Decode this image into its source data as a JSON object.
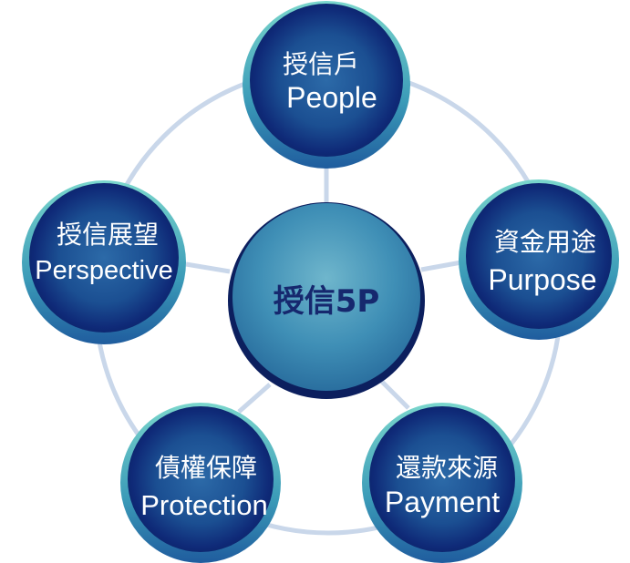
{
  "center": {
    "label": "授信5P"
  },
  "nodes": [
    {
      "zh": "授信戶",
      "en": "People"
    },
    {
      "zh": "資金用途",
      "en": "Purpose"
    },
    {
      "zh": "還款來源",
      "en": "Payment"
    },
    {
      "zh": "債權保障",
      "en": "Protection"
    },
    {
      "zh": "授信展望",
      "en": "Perspective"
    }
  ],
  "colors": {
    "ring": "#c9d7ea",
    "node_dark": "#0f2a78",
    "node_mid": "#1f5c9e",
    "node_rim": "#6fd0c8",
    "center_light": "#4fa0bf",
    "center_dark": "#0c1f5e",
    "center_text": "#16286e",
    "text": "#ffffff"
  }
}
